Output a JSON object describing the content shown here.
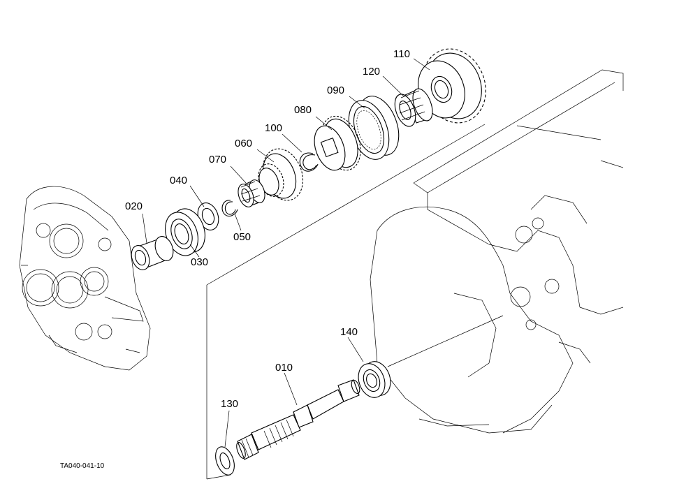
{
  "figure_id": "TA040-041-10",
  "callouts": [
    {
      "id": "110",
      "label": "110"
    },
    {
      "id": "120",
      "label": "120"
    },
    {
      "id": "090",
      "label": "090"
    },
    {
      "id": "080",
      "label": "080"
    },
    {
      "id": "100",
      "label": "100"
    },
    {
      "id": "060",
      "label": "060"
    },
    {
      "id": "070",
      "label": "070"
    },
    {
      "id": "040",
      "label": "040"
    },
    {
      "id": "020",
      "label": "020"
    },
    {
      "id": "050",
      "label": "050"
    },
    {
      "id": "030",
      "label": "030"
    },
    {
      "id": "140",
      "label": "140"
    },
    {
      "id": "010",
      "label": "010"
    },
    {
      "id": "130",
      "label": "130"
    }
  ]
}
